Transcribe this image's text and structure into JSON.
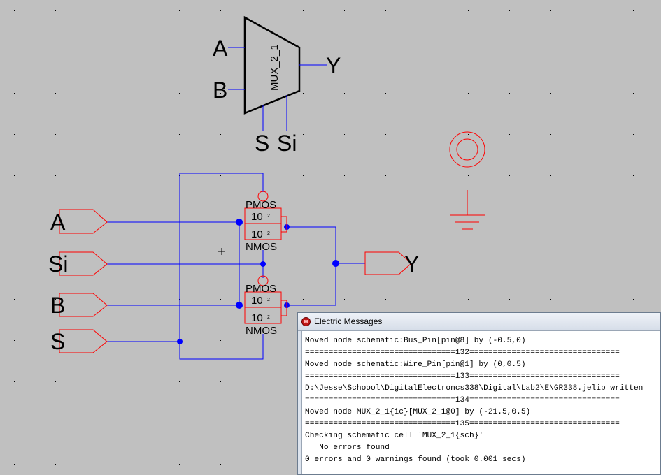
{
  "schematic": {
    "icon": {
      "cell_name": "MUX_2_1",
      "ports": {
        "a": "A",
        "b": "B",
        "y": "Y",
        "s": "S",
        "si": "Si"
      }
    },
    "ports": {
      "a": "A",
      "si": "Si",
      "b": "B",
      "s": "S",
      "y": "Y"
    },
    "gate_top": {
      "pmos": "PMOS",
      "nmos": "NMOS",
      "p_width": "10",
      "p_len": "2",
      "n_width": "10",
      "n_len": "2"
    },
    "gate_bottom": {
      "pmos": "PMOS",
      "nmos": "NMOS",
      "p_width": "10",
      "p_len": "2",
      "n_width": "10",
      "n_len": "2"
    },
    "colors": {
      "wire": "#0000ff",
      "device": "#ff0000",
      "background": "#c0c0c0"
    },
    "icons": [
      "power-symbol-icon",
      "ground-symbol-icon",
      "cursor-cross-icon"
    ]
  },
  "messages_window": {
    "title": "Electric Messages",
    "lines": [
      "Moved node schematic:Bus_Pin[pin@8] by (-0.5,0)",
      "================================132================================",
      "Moved node schematic:Wire_Pin[pin@1] by (0,0.5)",
      "================================133================================",
      "D:\\Jesse\\Schoool\\DigitalElectroncs338\\Digital\\Lab2\\ENGR338.jelib written",
      "================================134================================",
      "Moved node MUX_2_1{ic}[MUX_2_1@0] by (-21.5,0.5)",
      "================================135================================",
      "Checking schematic cell 'MUX_2_1{sch}'",
      "   No errors found",
      "0 errors and 0 warnings found (took 0.001 secs)"
    ]
  }
}
